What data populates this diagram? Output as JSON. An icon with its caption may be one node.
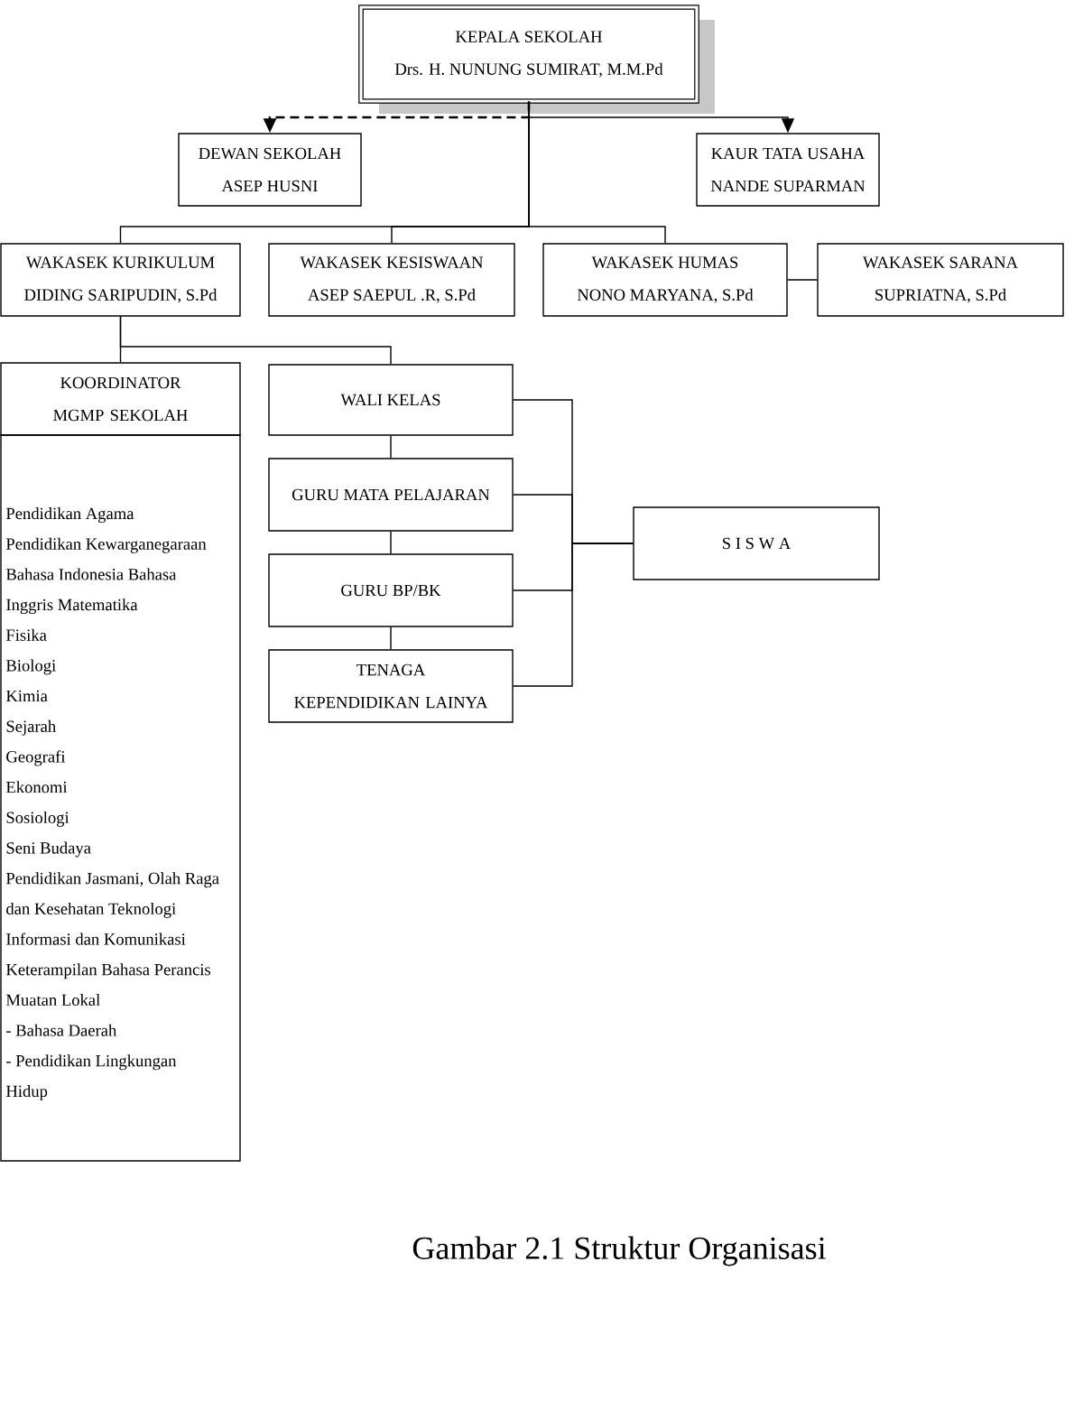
{
  "diagram": {
    "caption": "Gambar 2.1 Struktur Organisasi",
    "nodes": [
      {
        "text": [
          "KEPALA SEKOLAH",
          "Drs. H. NUNUNG SUMIRAT, M.M.Pd"
        ]
      },
      {
        "text": [
          "DEWAN SEKOLAH",
          "ASEP HUSNI"
        ]
      },
      {
        "text": [
          "KAUR TATA USAHA",
          "NANDE SUPARMAN"
        ]
      },
      {
        "text": [
          "WAKASEK KURIKULUM",
          "DIDING SARIPUDIN, S.Pd"
        ]
      },
      {
        "text": [
          "WAKASEK KESISWAAN",
          "ASEP SAEPUL .R, S.Pd"
        ]
      },
      {
        "text": [
          "WAKASEK HUMAS",
          "NONO MARYANA, S.Pd"
        ]
      },
      {
        "text": [
          "WAKASEK SARANA",
          "SUPRIATNA, S.Pd"
        ]
      },
      {
        "text": [
          "KOORDINATOR MGMP SEKOLAH"
        ]
      },
      {
        "text": [
          "Pendidikan Agama",
          "Pendidikan Kewarganegaraan",
          "Bahasa Indonesia Bahasa Inggris Matematika",
          "Fisika",
          "Biologi",
          "Kimia",
          "Sejarah",
          "Geografi",
          "Ekonomi",
          "Sosiologi",
          "Seni Budaya",
          "Pendidikan Jasmani, Olah Raga dan Kesehatan Teknologi Informasi dan Komunikasi",
          "Keterampilan Bahasa Perancis",
          "Muatan Lokal",
          "- Bahasa Daerah",
          "- Pendidikan Lingkungan Hidup"
        ]
      },
      {
        "text": [
          "WALI KELAS"
        ]
      },
      {
        "text": [
          "GURU MATA PELAJARAN"
        ]
      },
      {
        "text": [
          "GURU BP/BK"
        ]
      },
      {
        "text": [
          "TENAGA KEPENDIDIKAN LAINYA"
        ]
      },
      {
        "text": [
          "S I S W A"
        ]
      }
    ],
    "edges": [
      {
        "from": 0,
        "to": 1,
        "arrow": "to",
        "style": "dashed"
      },
      {
        "from": 0,
        "to": 2,
        "arrow": "to"
      },
      {
        "from": 0,
        "to": 3,
        "arrow": "none"
      },
      {
        "from": 0,
        "to": 4,
        "arrow": "none"
      },
      {
        "from": 0,
        "to": 5,
        "arrow": "none"
      },
      {
        "from": 5,
        "to": 6,
        "arrow": "none"
      },
      {
        "from": 3,
        "to": 7,
        "arrow": "none"
      },
      {
        "from": 3,
        "to": 9,
        "arrow": "none"
      },
      {
        "from": 9,
        "to": 10,
        "arrow": "none"
      },
      {
        "from": 10,
        "to": 11,
        "arrow": "none"
      },
      {
        "from": 11,
        "to": 12,
        "arrow": "none"
      },
      {
        "from": 9,
        "to": 13,
        "arrow": "none"
      },
      {
        "from": 10,
        "to": 13,
        "arrow": "none"
      },
      {
        "from": 11,
        "to": 13,
        "arrow": "none"
      },
      {
        "from": 12,
        "to": 13,
        "arrow": "none"
      }
    ]
  }
}
